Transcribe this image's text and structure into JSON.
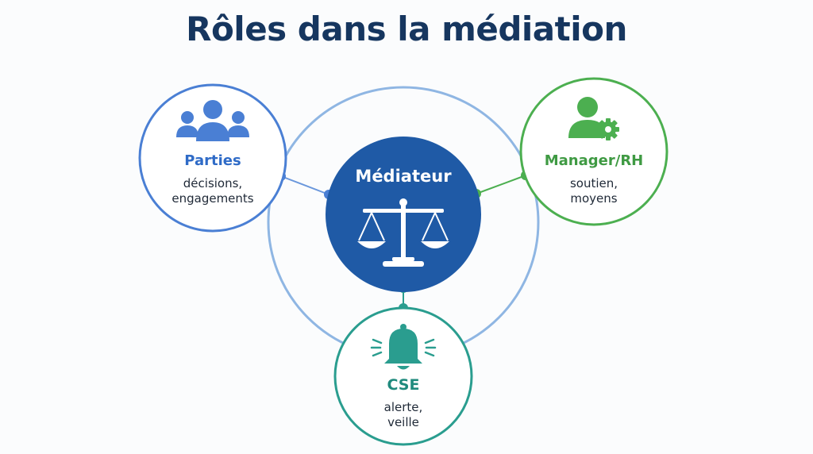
{
  "title": "Rôles dans la médiation",
  "colors": {
    "title": "#16365f",
    "parties": "#4a7fd4",
    "manager": "#4caf50",
    "cse": "#2a9d8f",
    "mediator_fill": "#1f5aa6",
    "orbit": "#8fb6e3"
  },
  "nodes": {
    "mediator": {
      "label": "Médiateur",
      "icon": "scales-icon"
    },
    "parties": {
      "label": "Parties",
      "desc1": "décisions,",
      "desc2": "engagements",
      "icon": "people-group-icon"
    },
    "manager": {
      "label": "Manager/RH",
      "desc1": "soutien,",
      "desc2": "moyens",
      "icon": "user-gear-icon"
    },
    "cse": {
      "label": "CSE",
      "desc1": "alerte,",
      "desc2": "veille",
      "icon": "bell-alert-icon"
    }
  }
}
